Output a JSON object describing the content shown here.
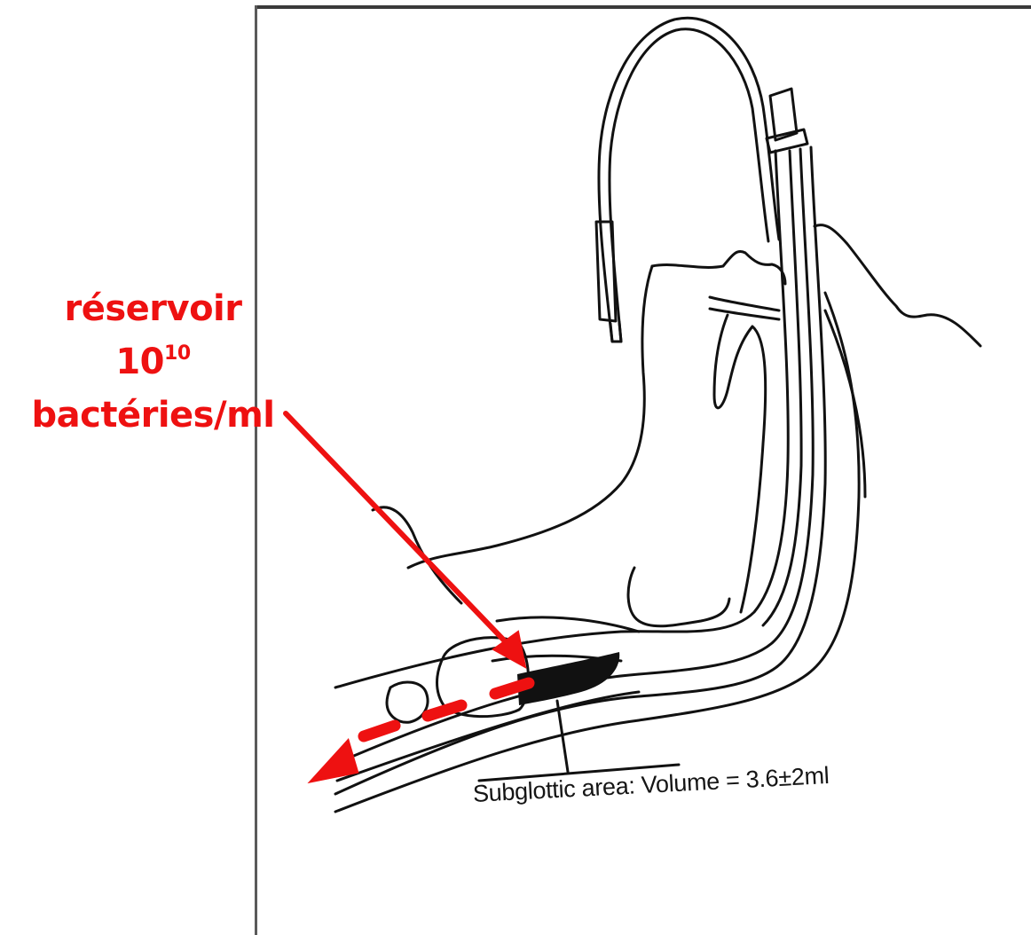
{
  "annotation": {
    "line1": "réservoir",
    "line2_base": "10",
    "line2_exponent": "10",
    "line2_rest": " bactéries/ml"
  },
  "caption": {
    "text": "Subglottic area: Volume = 3.6±2ml"
  },
  "colors": {
    "annotation": "#ee1111",
    "drawing": "#111111"
  }
}
